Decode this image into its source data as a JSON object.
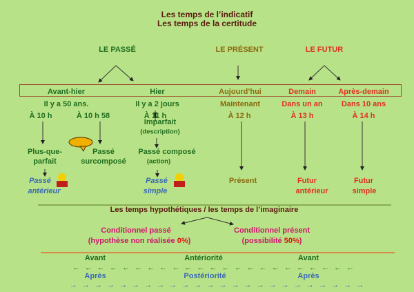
{
  "title": {
    "line1": "Les temps de l’indicatif",
    "line2": "Les temps de la certitude"
  },
  "sections": {
    "passe": "LE PASSÉ",
    "present": "LE PRÉSENT",
    "futur": "LE FUTUR"
  },
  "days": [
    "Avant-hier",
    "Hier",
    "Aujourd’hui",
    "Demain",
    "Après-demain"
  ],
  "periods": [
    "Il y a 50 ans.",
    "Il y a 2 jours",
    "Maintenant",
    "Dans un an",
    "Dans 10 ans"
  ],
  "hours": [
    "À 10 h",
    "À 10 h 58",
    "À 11 h",
    "À 12 h",
    "À 13 h",
    "À 14 h"
  ],
  "tenses": {
    "imparfait": "Imparfait",
    "imparfait_note": "(description)",
    "passe_compose": "Passé composé",
    "passe_compose_note": "(action)",
    "pqp1": "Plus-que-",
    "pqp2": "parfait",
    "surcompose1": "Passé",
    "surcompose2": "surcomposé",
    "anterieur1": "Passé",
    "anterieur2": "antérieur",
    "simple1": "Passé",
    "simple2": "simple",
    "present": "Présent",
    "futur_ant1": "Futur",
    "futur_ant2": "antérieur",
    "futur_simple1": "Futur",
    "futur_simple2": "simple"
  },
  "hypo": {
    "title": "Les temps hypothétiques / les temps de l’imaginaire",
    "cond_passe": "Conditionnel passé",
    "cond_passe_note": "(hypothèse non réalisée ",
    "cond_passe_pct": "0%",
    "cond_passe_close": ")",
    "cond_present": "Conditionnel présent",
    "cond_present_note": "(possibilité  ",
    "cond_present_pct": "50%",
    "cond_present_close": ")"
  },
  "relations": {
    "avant1": "Avant",
    "anteriorite": "Antériorité",
    "avant2": "Avant",
    "apres1": "Après",
    "posteriorite": "Postériorité",
    "apres2": "Après",
    "left_arrows": "← ← ← ← ← ← ← ← ← ← ← ← ← ← ← ← ← ← ← ← ← ← ←",
    "right_arrows": "→ → → → → → → → → → → → → → → → → → → → → → → →"
  }
}
